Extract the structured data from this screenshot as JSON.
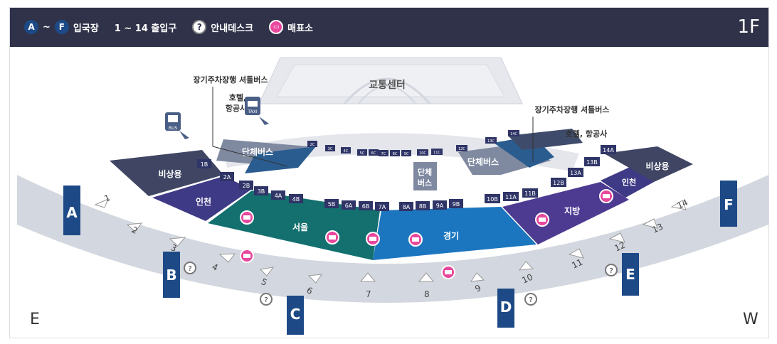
{
  "header": {
    "legend_gates_from": "A",
    "legend_tilde_1": "~",
    "legend_gates_to": "F",
    "legend_gates_label": "입국장",
    "legend_exits": "1 ~ 14 출입구",
    "legend_info_label": "안내데스크",
    "legend_ticket_label": "매표소",
    "floor_label": "1F"
  },
  "map": {
    "transport_center": "교통센터",
    "long_term_shuttle_left": "장기주차장행 셔틀버스",
    "long_term_shuttle_right": "장기주차장행 셔틀버스",
    "hotel_airline_left_1": "호텔,",
    "hotel_airline_left_2": "항공사",
    "hotel_airline_right": "호텔, 항공사",
    "bus_icon_label": "BUS",
    "taxi_icon_label": "TAXI",
    "group_bus_left": "단체버스",
    "group_bus_center_1": "단체",
    "group_bus_center_2": "버스",
    "group_bus_right": "단체버스",
    "direction_east": "E",
    "direction_west": "W",
    "zones": {
      "emergency_left": "비상용",
      "incheon_left": "인천",
      "seoul": "서울",
      "gyeonggi": "경기",
      "regional": "지방",
      "incheon_right": "인천",
      "emergency_right": "비상용"
    },
    "platform_signs": [
      "1B",
      "2A",
      "2B",
      "3B",
      "4A",
      "4B",
      "5B",
      "6A",
      "6B",
      "7A",
      "8A",
      "8B",
      "9A",
      "9B",
      "10B",
      "11A",
      "11B",
      "12B",
      "13A",
      "13B",
      "14A"
    ],
    "far_platform_signs": [
      "2C",
      "3C",
      "4C",
      "5C",
      "6C",
      "7C",
      "8C",
      "9C",
      "10C",
      "11C",
      "12C",
      "13C",
      "14C"
    ],
    "gates": [
      "A",
      "B",
      "C",
      "D",
      "E",
      "F"
    ],
    "exits": [
      "1",
      "2",
      "3",
      "4",
      "5",
      "6",
      "7",
      "8",
      "9",
      "10",
      "11",
      "12",
      "13",
      "14"
    ]
  },
  "colors": {
    "header_bg": "#2f3249",
    "emergency": "#3f4563",
    "incheon": "#3f3a86",
    "seoul": "#13706f",
    "gyeonggi": "#1b76bf",
    "regional": "#4d3b92",
    "gate_blue": "#1d4a86",
    "ticket_pink": "#e8479d",
    "walkway": "#cfd3db"
  }
}
